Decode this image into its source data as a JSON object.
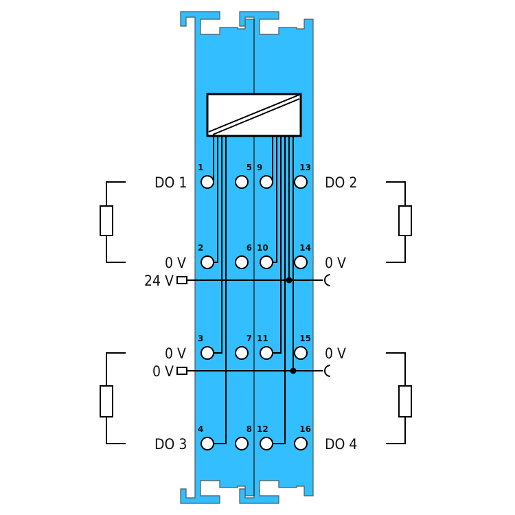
{
  "colors": {
    "module": "#33bfff",
    "wire": "#000000",
    "terminal": "#ffffff"
  },
  "terminals": [
    [
      "1",
      "5",
      "9",
      "13"
    ],
    [
      "2",
      "6",
      "10",
      "14"
    ],
    [
      "3",
      "7",
      "11",
      "15"
    ],
    [
      "4",
      "8",
      "12",
      "16"
    ]
  ],
  "labels": {
    "do1": "DO 1",
    "do2": "DO 2",
    "do3": "DO 3",
    "do4": "DO 4",
    "left_0v_row2": "0 V",
    "right_0v_row2": "0 V",
    "left_0v_row3": "0 V",
    "right_0v_row3": "0 V",
    "supply_24v": "24 V",
    "supply_0v": "0 V"
  }
}
